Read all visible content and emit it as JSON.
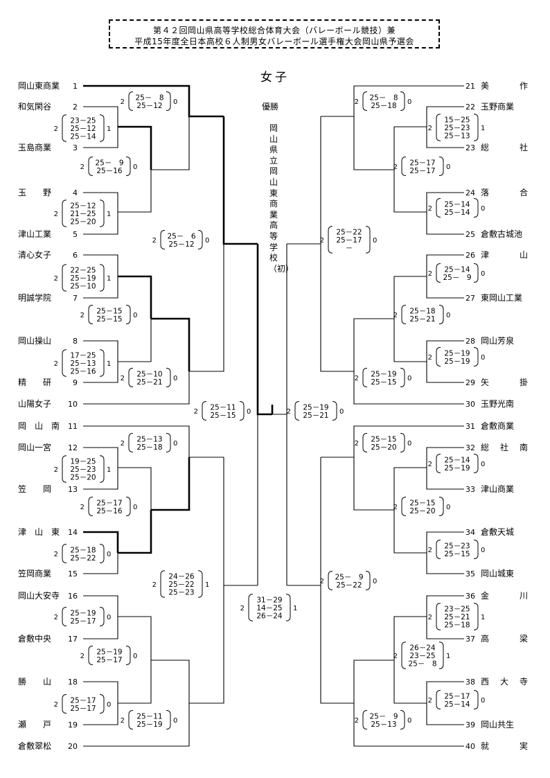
{
  "header": {
    "title_line1": "第４２回岡山県高等学校総合体育大会（バレーボール競技）兼",
    "title_line2": "平成15年度全日本高校６人制男女バレーボール選手権大会岡山県予選会"
  },
  "division": "女子",
  "champion": {
    "label": "優勝",
    "text": "岡山県立岡山東商業高等学校（初）"
  },
  "left_teams": [
    {
      "name": "岡山東商業",
      "seed": "1"
    },
    {
      "name": "和気閑谷",
      "seed": "2"
    },
    {
      "name": "玉島商業",
      "seed": "3"
    },
    {
      "name": "玉　　野",
      "seed": "4"
    },
    {
      "name": "津山工業",
      "seed": "5"
    },
    {
      "name": "清心女子",
      "seed": "6"
    },
    {
      "name": "明誠学院",
      "seed": "7"
    },
    {
      "name": "岡山操山",
      "seed": "8"
    },
    {
      "name": "精　　研",
      "seed": "9"
    },
    {
      "name": "山陽女子",
      "seed": "10"
    },
    {
      "name": "岡　山　南",
      "seed": "11"
    },
    {
      "name": "岡山一宮",
      "seed": "12"
    },
    {
      "name": "笠　　岡",
      "seed": "13"
    },
    {
      "name": "津　山　東",
      "seed": "14"
    },
    {
      "name": "笠岡商業",
      "seed": "15"
    },
    {
      "name": "岡山大安寺",
      "seed": "16"
    },
    {
      "name": "倉敷中央",
      "seed": "17"
    },
    {
      "name": "勝　　山",
      "seed": "18"
    },
    {
      "name": "瀬　　戸",
      "seed": "19"
    },
    {
      "name": "倉敷翠松",
      "seed": "20"
    }
  ],
  "right_teams": [
    {
      "seed": "21",
      "name": "美　　　作"
    },
    {
      "seed": "22",
      "name": "玉野商業"
    },
    {
      "seed": "23",
      "name": "総　　　社"
    },
    {
      "seed": "24",
      "name": "落　　　合"
    },
    {
      "seed": "25",
      "name": "倉敷古城池"
    },
    {
      "seed": "26",
      "name": "津　　　山"
    },
    {
      "seed": "27",
      "name": "東岡山工業"
    },
    {
      "seed": "28",
      "name": "岡山芳泉"
    },
    {
      "seed": "29",
      "name": "矢　　　掛"
    },
    {
      "seed": "30",
      "name": "玉野光南"
    },
    {
      "seed": "31",
      "name": "倉敷商業"
    },
    {
      "seed": "32",
      "name": "総　社　南"
    },
    {
      "seed": "33",
      "name": "津山商業"
    },
    {
      "seed": "34",
      "name": "倉敷天城"
    },
    {
      "seed": "35",
      "name": "岡山城東"
    },
    {
      "seed": "36",
      "name": "金　　　川"
    },
    {
      "seed": "37",
      "name": "高　　　梁"
    },
    {
      "seed": "38",
      "name": "西　大　寺"
    },
    {
      "seed": "39",
      "name": "岡山共生"
    },
    {
      "seed": "40",
      "name": "就　　　実"
    }
  ],
  "matches": [
    {
      "id": "L1",
      "wins": "2",
      "sets": [
        "23－25",
        "25－12",
        "25－14"
      ],
      "losses": "1"
    },
    {
      "id": "L2",
      "wins": "2",
      "sets": [
        "25－12",
        "21－25",
        "25－20"
      ],
      "losses": "1"
    },
    {
      "id": "L3",
      "wins": "2",
      "sets": [
        "22－25",
        "25－19",
        "25－10"
      ],
      "losses": "1"
    },
    {
      "id": "L4",
      "wins": "2",
      "sets": [
        "17－25",
        "25－13",
        "25－16"
      ],
      "losses": "1"
    },
    {
      "id": "L5",
      "wins": "2",
      "sets": [
        "19－25",
        "25－23",
        "25－20"
      ],
      "losses": "1"
    },
    {
      "id": "L6",
      "wins": "2",
      "sets": [
        "25－18",
        "25－22"
      ],
      "losses": "0"
    },
    {
      "id": "L7",
      "wins": "2",
      "sets": [
        "25－19",
        "25－17"
      ],
      "losses": "0"
    },
    {
      "id": "L8",
      "wins": "2",
      "sets": [
        "25－17",
        "25－17"
      ],
      "losses": "0"
    },
    {
      "id": "L9",
      "wins": "2",
      "sets": [
        "25－　8",
        "25－12"
      ],
      "losses": "0"
    },
    {
      "id": "L10",
      "wins": "2",
      "sets": [
        "25－　9",
        "25－16"
      ],
      "losses": "0"
    },
    {
      "id": "L11",
      "wins": "2",
      "sets": [
        "25－15",
        "25－15"
      ],
      "losses": "0"
    },
    {
      "id": "L12",
      "wins": "2",
      "sets": [
        "25－10",
        "25－21"
      ],
      "losses": "0"
    },
    {
      "id": "L13",
      "wins": "2",
      "sets": [
        "25－13",
        "25－18"
      ],
      "losses": "0"
    },
    {
      "id": "L14",
      "wins": "2",
      "sets": [
        "25－17",
        "25－16"
      ],
      "losses": "0"
    },
    {
      "id": "L15",
      "wins": "2",
      "sets": [
        "25－19",
        "25－17"
      ],
      "losses": "0"
    },
    {
      "id": "L16",
      "wins": "2",
      "sets": [
        "25－11",
        "25－19"
      ],
      "losses": "0"
    },
    {
      "id": "L17",
      "wins": "2",
      "sets": [
        "25－　6",
        "25－12"
      ],
      "losses": "0"
    },
    {
      "id": "L18",
      "wins": "2",
      "sets": [
        "24－26",
        "25－22",
        "25－23"
      ],
      "losses": "1"
    },
    {
      "id": "L19",
      "wins": "2",
      "sets": [
        "25－11",
        "25－15"
      ],
      "losses": "0"
    },
    {
      "id": "F",
      "wins": "2",
      "sets": [
        "31－29",
        "14－25",
        "26－24"
      ],
      "losses": "1"
    },
    {
      "id": "R1",
      "wins": "2",
      "sets": [
        "15－25",
        "25－23",
        "25－13"
      ],
      "losses": "1"
    },
    {
      "id": "R2",
      "wins": "2",
      "sets": [
        "23－25",
        "25－21",
        "25－18"
      ],
      "losses": "1"
    },
    {
      "id": "R3",
      "wins": "2",
      "sets": [
        "25－14",
        "25－14"
      ],
      "losses": "0"
    },
    {
      "id": "R4",
      "wins": "2",
      "sets": [
        "25－14",
        "25－　9"
      ],
      "losses": "0"
    },
    {
      "id": "R5",
      "wins": "2",
      "sets": [
        "25－19",
        "25－19"
      ],
      "losses": "0"
    },
    {
      "id": "R6",
      "wins": "2",
      "sets": [
        "25－14",
        "25－19"
      ],
      "losses": "0"
    },
    {
      "id": "R7",
      "wins": "2",
      "sets": [
        "25－23",
        "25－15"
      ],
      "losses": "0"
    },
    {
      "id": "R8",
      "wins": "2",
      "sets": [
        "25－17",
        "25－14"
      ],
      "losses": "0"
    },
    {
      "id": "R9",
      "wins": "2",
      "sets": [
        "25－　8",
        "25－18"
      ],
      "losses": "0"
    },
    {
      "id": "R10",
      "wins": "2",
      "sets": [
        "25－17",
        "25－17"
      ],
      "losses": "0"
    },
    {
      "id": "R11",
      "wins": "2",
      "sets": [
        "25－18",
        "25－21"
      ],
      "losses": "0"
    },
    {
      "id": "R12",
      "wins": "2",
      "sets": [
        "25－19",
        "25－15"
      ],
      "losses": "0"
    },
    {
      "id": "R13",
      "wins": "2",
      "sets": [
        "25－15",
        "25－20"
      ],
      "losses": "0"
    },
    {
      "id": "R14",
      "wins": "2",
      "sets": [
        "25－15",
        "25－20"
      ],
      "losses": "0"
    },
    {
      "id": "R15",
      "wins": "2",
      "sets": [
        "26－24",
        "23－25",
        "25－　8"
      ],
      "losses": "1"
    },
    {
      "id": "R16",
      "wins": "2",
      "sets": [
        "25－　9",
        "25－13"
      ],
      "losses": "0"
    },
    {
      "id": "R17",
      "wins": "2",
      "sets": [
        "25－22",
        "25－17",
        "－"
      ],
      "losses": "0"
    },
    {
      "id": "R18",
      "wins": "2",
      "sets": [
        "25－　9",
        "25－22"
      ],
      "losses": "0"
    },
    {
      "id": "R19",
      "wins": "2",
      "sets": [
        "25－19",
        "25－21"
      ],
      "losses": "0"
    }
  ]
}
